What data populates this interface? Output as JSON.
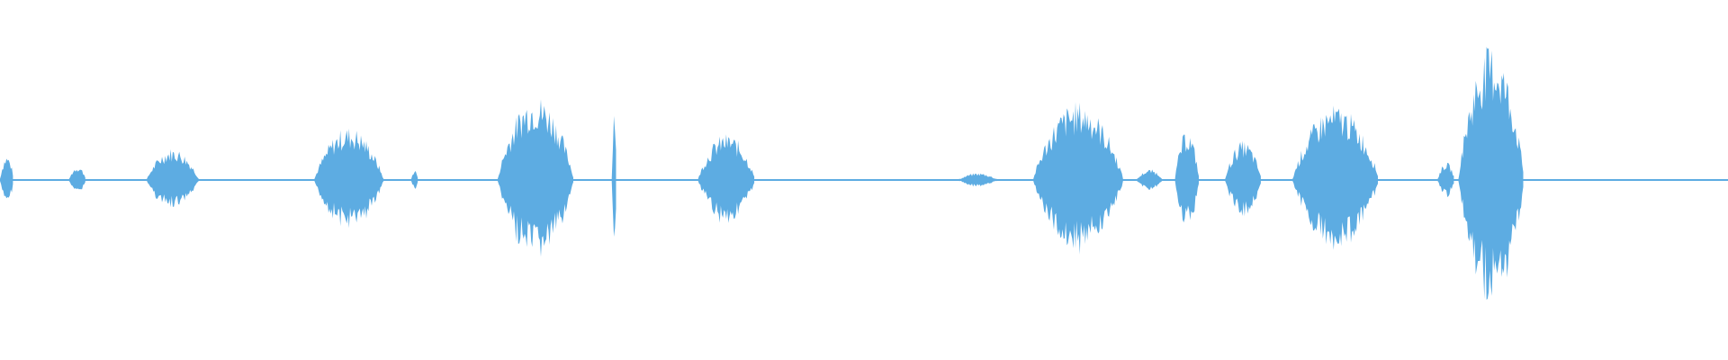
{
  "waveform": {
    "color": "#5DACE2",
    "background": "#FFFFFF",
    "baseline_amplitude": 0.01,
    "max_amplitude": 0.5,
    "segments": [
      {
        "start": 0.0,
        "end": 0.008,
        "peak": 0.07
      },
      {
        "start": 0.04,
        "end": 0.05,
        "peak": 0.04
      },
      {
        "start": 0.085,
        "end": 0.115,
        "peak": 0.09
      },
      {
        "start": 0.182,
        "end": 0.222,
        "peak": 0.15
      },
      {
        "start": 0.238,
        "end": 0.242,
        "peak": 0.03
      },
      {
        "start": 0.288,
        "end": 0.332,
        "peak": 0.24
      },
      {
        "start": 0.354,
        "end": 0.357,
        "peak": 0.22
      },
      {
        "start": 0.404,
        "end": 0.437,
        "peak": 0.13
      },
      {
        "start": 0.555,
        "end": 0.577,
        "peak": 0.02
      },
      {
        "start": 0.598,
        "end": 0.65,
        "peak": 0.22
      },
      {
        "start": 0.658,
        "end": 0.673,
        "peak": 0.03
      },
      {
        "start": 0.68,
        "end": 0.694,
        "peak": 0.14
      },
      {
        "start": 0.709,
        "end": 0.73,
        "peak": 0.11
      },
      {
        "start": 0.748,
        "end": 0.798,
        "peak": 0.21
      },
      {
        "start": 0.832,
        "end": 0.842,
        "peak": 0.05
      },
      {
        "start": 0.844,
        "end": 0.882,
        "peak": 0.38
      }
    ]
  }
}
